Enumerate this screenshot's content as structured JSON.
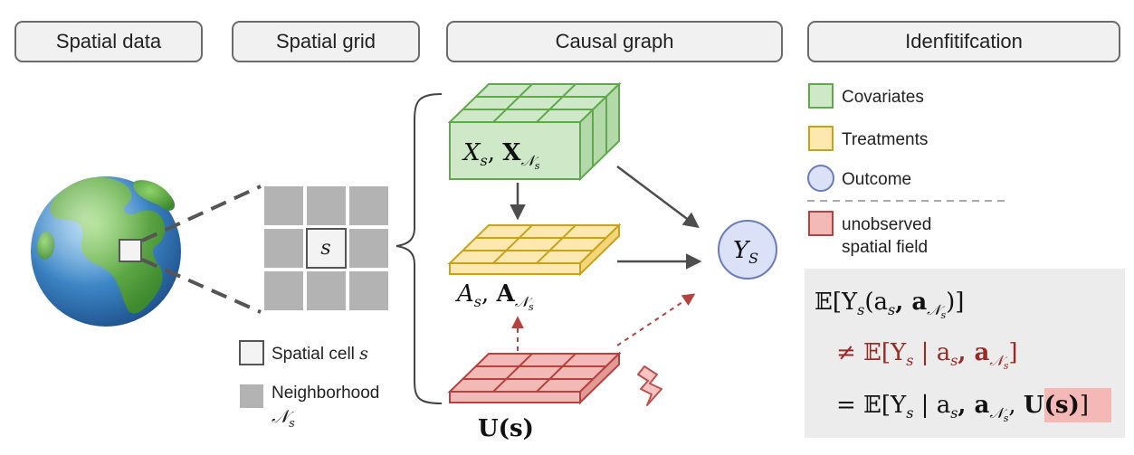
{
  "headers": {
    "spatial_data": "Spatial data",
    "spatial_grid": "Spatial grid",
    "causal_graph": "Causal graph",
    "identification": "Idenfitifcation"
  },
  "grid": {
    "cell_symbol": "s",
    "legend_cell_label": "Spatial cell",
    "legend_cell_symbol": "s",
    "legend_neighborhood_label": "Neighborhood",
    "legend_neighborhood_symbol": "𝒩",
    "legend_neighborhood_sub": "s"
  },
  "graph": {
    "covariates_label": "X",
    "covariates_label_sub": "s",
    "covariates_label_bold": "X",
    "covariates_label_bold_sub": "𝒩",
    "covariates_label_bold_subsub": "s",
    "treatments_label": "A",
    "treatments_label_sub": "s",
    "treatments_label_bold": "A",
    "treatments_label_bold_sub": "𝒩",
    "treatments_label_bold_subsub": "s",
    "unobserved_label": "U(s)",
    "outcome_label": "Y",
    "outcome_sub": "S",
    "lightning_icon": "lightning-icon"
  },
  "legend": {
    "covariates": "Covariates",
    "treatments": "Treatments",
    "outcome": "Outcome",
    "unobserved_line1": "unobserved",
    "unobserved_line2": "spatial field"
  },
  "equations": {
    "line1": "𝔼[Y",
    "line1_sub": "s",
    "line1_rest": "(a",
    "line1_sub2": "s",
    "line1_mid": ", a",
    "line1_sub3": "𝒩",
    "line1_subsub": "s",
    "line1_end": ")]",
    "line2_op": "≠ 𝔼[Y",
    "line2_sub": "s",
    "line2_mid": " | a",
    "line2_sub2": "s",
    "line2_mid2": ", a",
    "line2_sub3": "𝒩",
    "line2_subsub": "s",
    "line2_end": "]",
    "line3_op": "= 𝔼[Y",
    "line3_sub": "s",
    "line3_mid": " | a",
    "line3_sub2": "s",
    "line3_mid2": ", a",
    "line3_sub3": "𝒩",
    "line3_subsub": "s",
    "line3_comma": ", ",
    "line3_u": "U(s)",
    "line3_end": "]"
  },
  "colors": {
    "covariates_fill": "#cfe8c8",
    "covariates_stroke": "#5fa84c",
    "treatments_fill": "#fde9b0",
    "treatments_stroke": "#c9a21a",
    "unobserved_fill": "#f3b9b6",
    "unobserved_stroke": "#b5423f",
    "outcome_fill": "#dbe2f7",
    "outcome_stroke": "#6a7bbf",
    "red_text": "#9b2a26",
    "grid_gray": "#b3b3b3",
    "eq_panel": "#ececec"
  }
}
